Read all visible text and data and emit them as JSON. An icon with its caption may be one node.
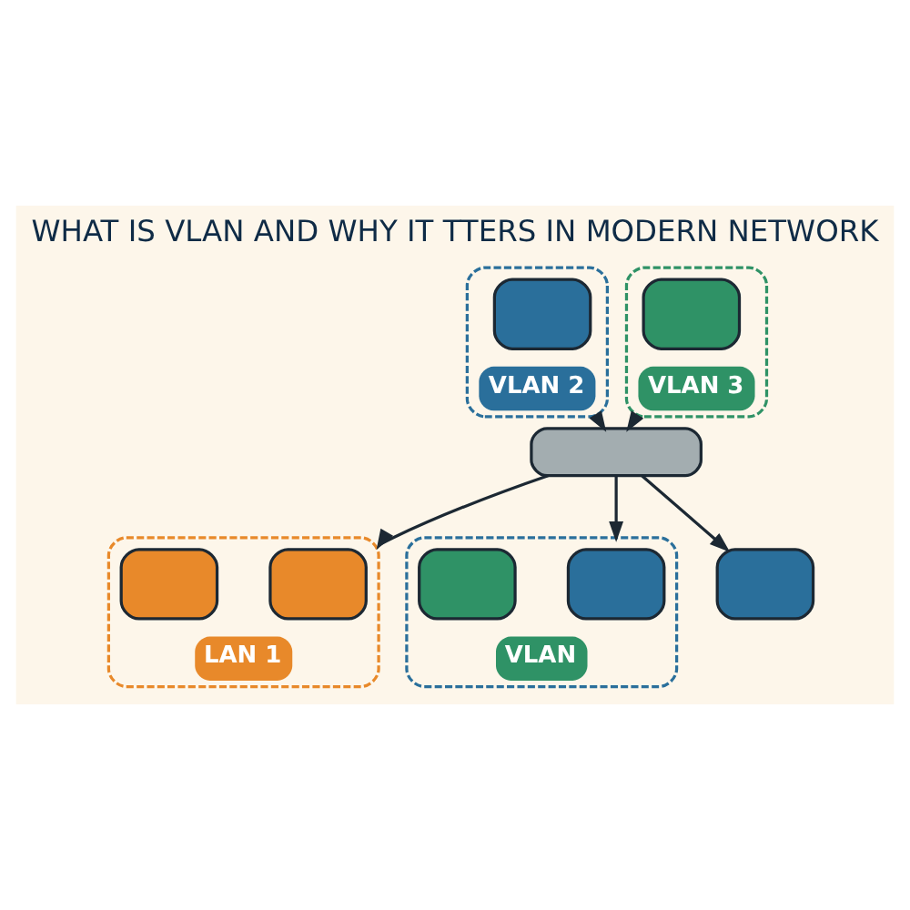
{
  "diagram": {
    "title": "WHAT IS VLAN AND WHY IT TTERS IN MODERN NETWORK",
    "nodes": [
      {
        "text": [
          "LAN 1"
        ]
      },
      {
        "text": [],
        "shape": "box",
        "in": 0
      },
      {
        "text": [],
        "shape": "box",
        "in": 0
      },
      {
        "text": [],
        "shape": "box"
      },
      {
        "text": [
          "VLAN"
        ]
      },
      {
        "text": [],
        "shape": "box",
        "in": 4
      },
      {
        "text": [],
        "shape": "box",
        "in": 4
      },
      {
        "text": [
          "VLAN 2"
        ]
      },
      {
        "text": [],
        "shape": "box",
        "in": 7
      },
      {
        "text": [],
        "shape": "box"
      },
      {
        "text": [
          "VLAN 3"
        ]
      },
      {
        "text": [],
        "shape": "box",
        "in": 10
      }
    ],
    "edges": [
      {
        "from": 3,
        "to": 0,
        "arrow": "to"
      },
      {
        "from": 3,
        "to": 4,
        "arrow": "to"
      },
      {
        "from": 7,
        "to": 3,
        "arrow": "to"
      },
      {
        "from": 3,
        "to": 9,
        "arrow": "to"
      },
      {
        "from": 10,
        "to": 3,
        "arrow": "to"
      }
    ]
  }
}
